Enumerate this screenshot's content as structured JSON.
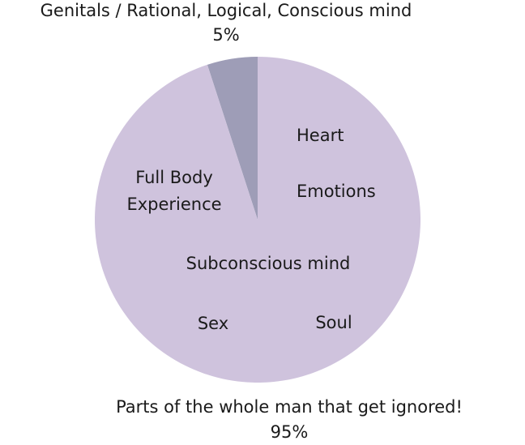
{
  "chart_data": {
    "type": "pie",
    "title": "",
    "slices": [
      {
        "name": "Genitals / Rational, Logical, Conscious mind",
        "value": 5,
        "value_label": "5%",
        "color": "#9E9DB7"
      },
      {
        "name": "Parts of the whole man that get ignored!",
        "value": 95,
        "value_label": "95%",
        "color": "#CFC3DD"
      }
    ],
    "start_angle": "12 o'clock",
    "direction": "counter-clockwise for 5% slice",
    "annotations": [
      {
        "text": "Heart",
        "slice": "Parts of the whole man that get ignored!"
      },
      {
        "text": "Emotions",
        "slice": "Parts of the whole man that get ignored!"
      },
      {
        "text": "Full Body",
        "slice": "Parts of the whole man that get ignored!"
      },
      {
        "text": "Experience",
        "slice": "Parts of the whole man that get ignored!"
      },
      {
        "text": "Subconscious mind",
        "slice": "Parts of the whole man that get ignored!"
      },
      {
        "text": "Sex",
        "slice": "Parts of the whole man that get ignored!"
      },
      {
        "text": "Soul",
        "slice": "Parts of the whole man that get ignored!"
      }
    ],
    "legend": "none"
  }
}
